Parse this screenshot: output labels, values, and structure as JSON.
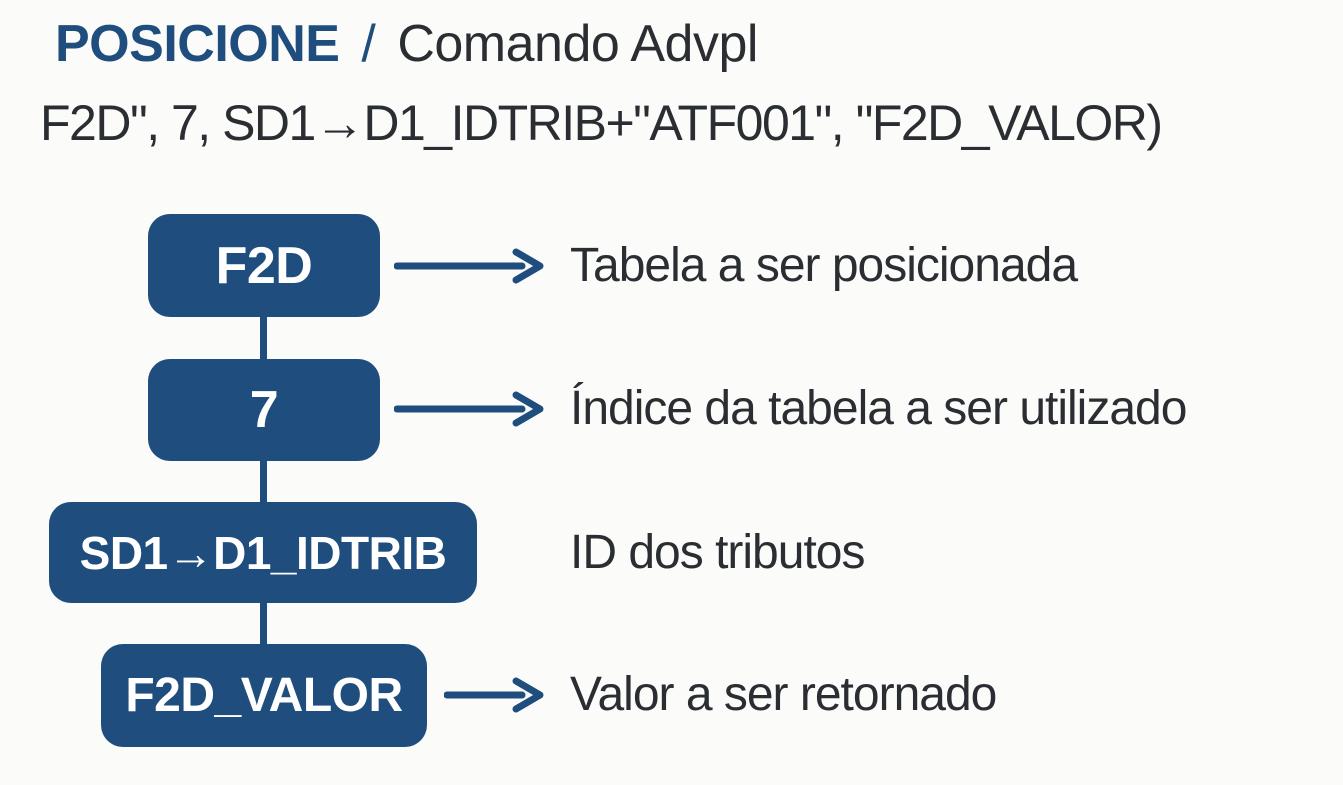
{
  "title": {
    "keyword": "POSICIONE",
    "separator": "/",
    "subtitle": "Comando Advpl"
  },
  "code_line": "F2D\", 7, SD1→D1_IDTRIB+\"ATF001\", \"F2D_VALOR)",
  "colors": {
    "accent_blue": "#1f4e7e",
    "text_dark": "#2a2e33",
    "box_text": "#ffffff",
    "background": "#fbfbfa"
  },
  "diagram": {
    "rows": [
      {
        "box": "F2D",
        "has_arrow": true,
        "label": "Tabela a ser posicionada"
      },
      {
        "box": "7",
        "has_arrow": true,
        "label": "Índice da tabela a ser utilizado"
      },
      {
        "box": "SD1→D1_IDTRIB",
        "has_arrow": false,
        "label": "ID dos tributos"
      },
      {
        "box": "F2D_VALOR",
        "has_arrow": true,
        "label": "Valor a ser retornado"
      }
    ]
  }
}
